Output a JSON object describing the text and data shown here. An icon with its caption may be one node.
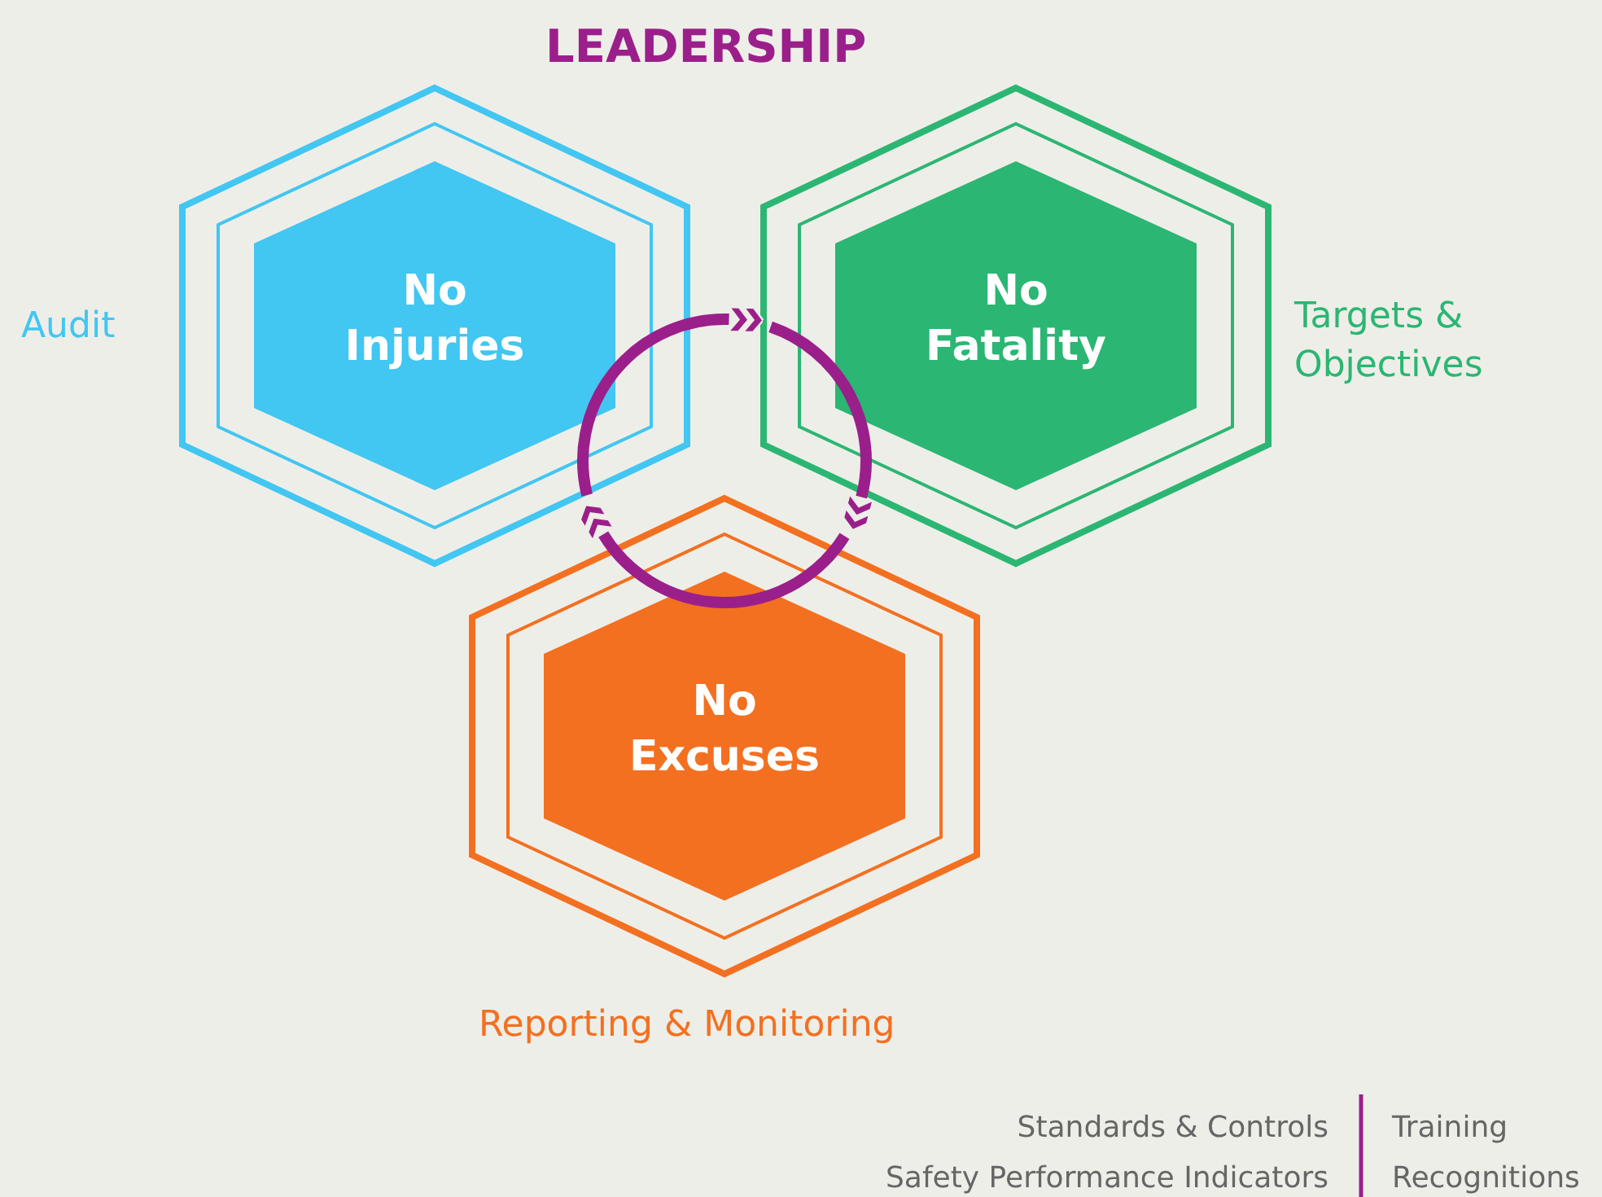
{
  "diagram": {
    "title": "LEADERSHIP",
    "nodes": [
      {
        "text": [
          "No Injuries"
        ],
        "beside": [
          "Audit"
        ]
      },
      {
        "text": [
          "No Fatality"
        ],
        "beside": [
          "Targets & Objectives"
        ]
      },
      {
        "text": [
          "No Excuses"
        ],
        "beside": [
          "Reporting & Monitoring"
        ]
      }
    ],
    "edges": [
      {
        "from": 0,
        "to": 1,
        "arrow": "to"
      },
      {
        "from": 1,
        "to": 2,
        "arrow": "to"
      },
      {
        "from": 2,
        "to": 0,
        "arrow": "to"
      }
    ],
    "labels": [
      "Standards & Controls",
      "Training",
      "Safety Performance Indicators",
      "Recognitions"
    ]
  }
}
